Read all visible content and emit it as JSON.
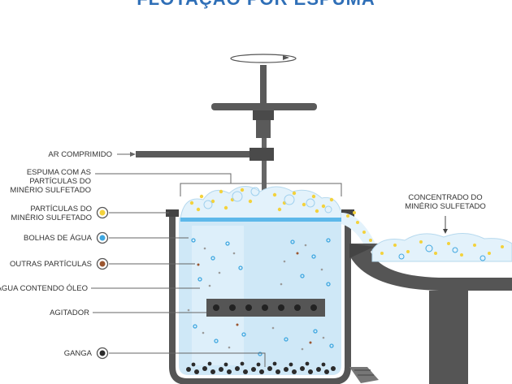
{
  "title": "FLOTAÇÃO POR ESPUMA",
  "colors": {
    "title": "#2f6fb7",
    "steel": "#5a5a5a",
    "steel_dark": "#444444",
    "water": "#cfe8f7",
    "foam": "#e3f2fb",
    "mineral_particle": "#f3d23c",
    "water_bubble": "#3fa7e0",
    "other_particle": "#9b5630",
    "gangue": "#2b2b2b"
  },
  "labels": {
    "compressed_air": "AR COMPRIMIDO",
    "foam_line1": "ESPUMA COM AS",
    "foam_line2": "PARTÍCULAS DO",
    "foam_line3": "MINÉRIO SULFETADO",
    "mineral_line1": "PARTÍCULAS DO",
    "mineral_line2": "MINÉRIO SULFETADO",
    "water_bubbles": "BOLHAS DE ÁGUA",
    "other_particles": "OUTRAS PARTÍCULAS",
    "oily_water": "ÁGUA CONTENDO ÓLEO",
    "agitator": "AGITADOR",
    "gangue": "GANGA",
    "concentrate_line1": "CONCENTRADO DO",
    "concentrate_line2": "MINÉRIO SULFETADO"
  },
  "legend_icons": [
    {
      "name": "mineral-particle-icon",
      "color": "#f3d23c"
    },
    {
      "name": "water-bubble-icon",
      "color": "#3fa7e0"
    },
    {
      "name": "other-particle-icon",
      "color": "#9b5630"
    },
    {
      "name": "gangue-icon",
      "color": "#2b2b2b"
    }
  ]
}
